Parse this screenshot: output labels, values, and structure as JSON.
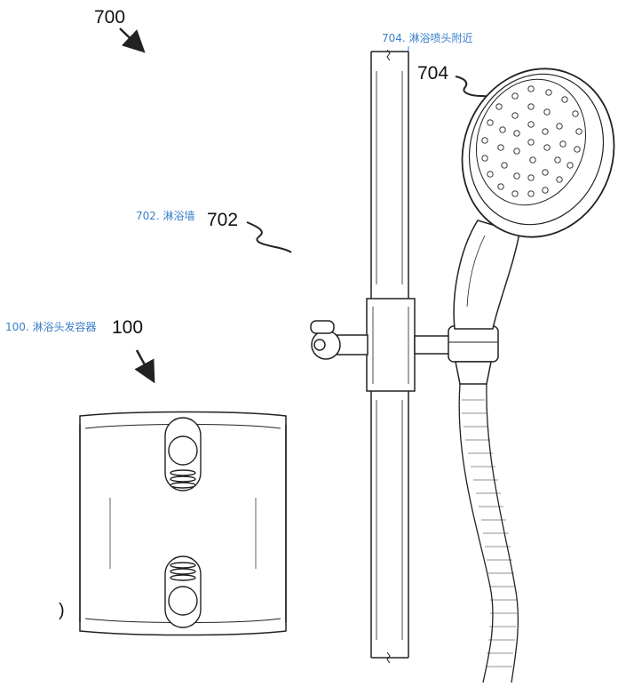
{
  "figure": {
    "ref_main": "700",
    "ref_bracket": "100",
    "ref_wall": "702",
    "ref_showerhead": "704",
    "paren": ")"
  },
  "annotations": {
    "bracket": "100. 淋浴头发容器",
    "wall": "702. 淋浴墙",
    "showerhead": "704. 淋浴喷头附近"
  },
  "colors": {
    "annotation": "#3a7fc8",
    "line": "#222222"
  }
}
